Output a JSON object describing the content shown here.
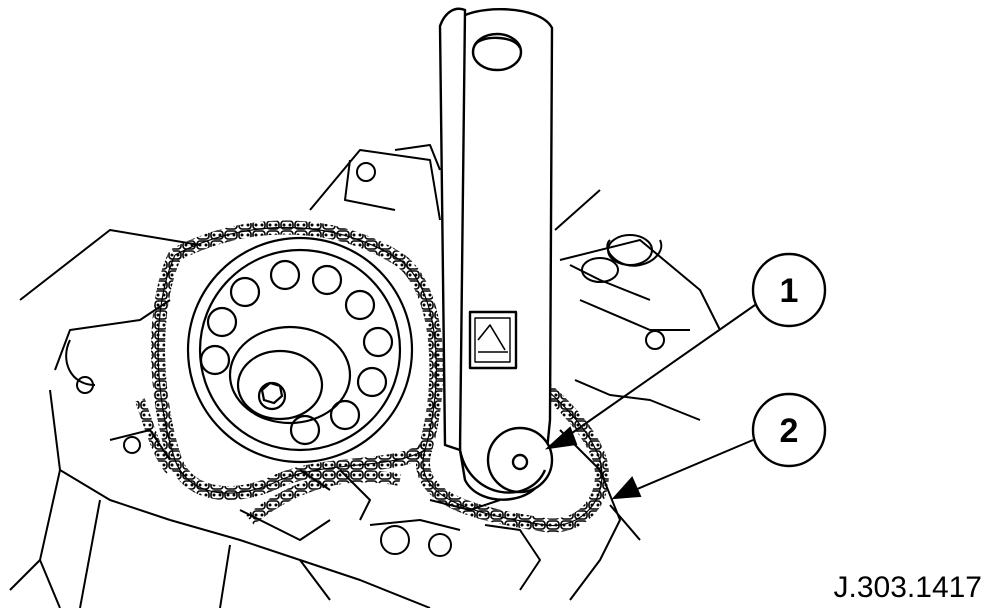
{
  "figure": {
    "reference": "J.303.1417",
    "callouts": [
      {
        "number": "1"
      },
      {
        "number": "2"
      }
    ]
  },
  "colors": {
    "ink": "#000000",
    "background": "#ffffff"
  }
}
